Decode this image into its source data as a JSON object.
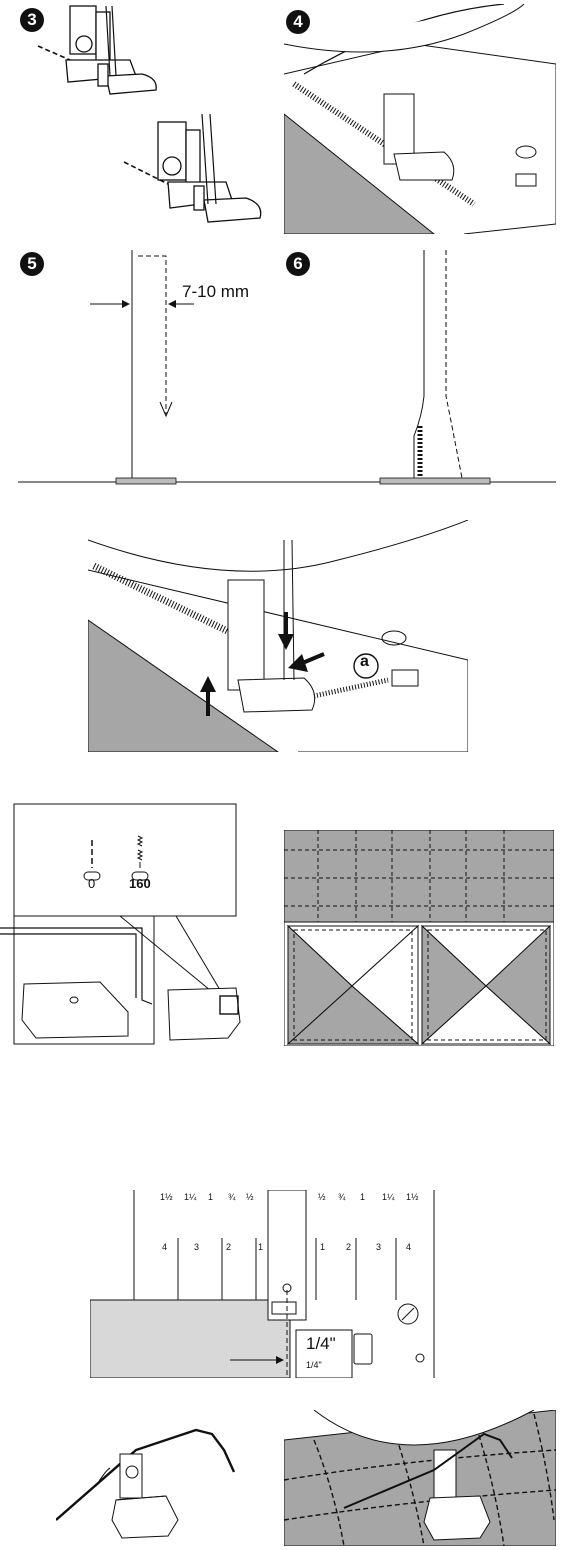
{
  "steps": {
    "s3": "3",
    "s4": "4",
    "s5": "5",
    "s6": "6"
  },
  "measure_label": "7-10 mm",
  "callout_a": "a",
  "stitch_selector": {
    "items": [
      {
        "number": "0"
      },
      {
        "number": "160"
      }
    ]
  },
  "quarter_inch_gauge": {
    "guide_label": "1/4\"",
    "plate_label": "1/4\"",
    "ruler_left": [
      "1½",
      "1¼",
      "1",
      "¾",
      "½"
    ],
    "ruler_right": [
      "½",
      "¾",
      "1",
      "1¼",
      "1½"
    ],
    "cm_left": [
      "4",
      "3",
      "2",
      "1"
    ],
    "cm_right": [
      "1",
      "2",
      "3",
      "4"
    ]
  },
  "colors": {
    "ink": "#111111",
    "fabric_gray": "#a6a6a6",
    "light_gray": "#d8d8d8",
    "paper": "#ffffff"
  }
}
